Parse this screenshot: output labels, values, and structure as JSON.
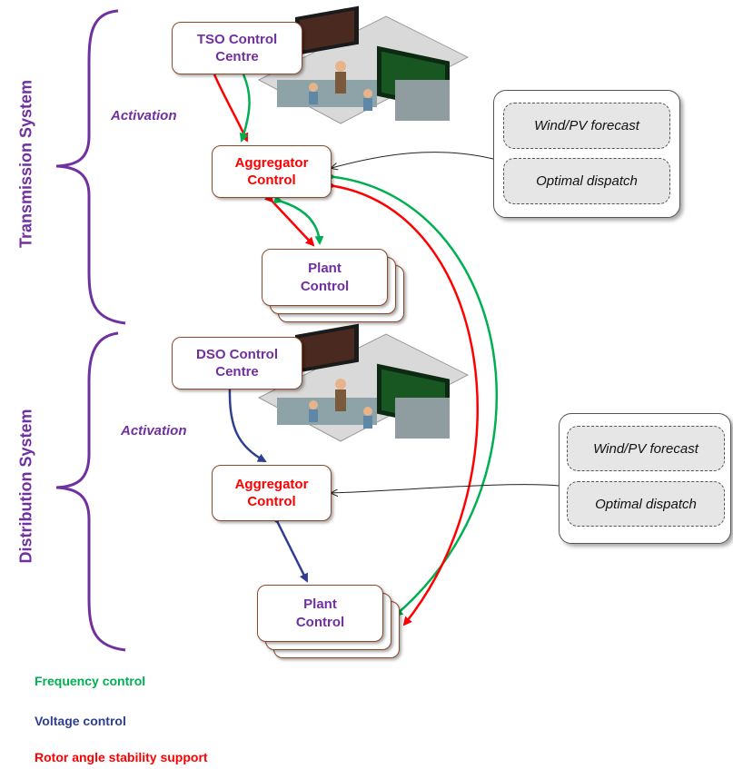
{
  "labels": {
    "transmission": "Transmission System",
    "distribution": "Distribution System",
    "activation_top": "Activation",
    "activation_bottom": "Activation"
  },
  "boxes": {
    "tso": "TSO Control\nCentre",
    "dso": "DSO Control\nCentre",
    "agg_top": "Aggregator\nControl",
    "agg_bottom": "Aggregator\nControl",
    "plant_top": "Plant\nControl",
    "plant_bottom": "Plant\nControl"
  },
  "panels": {
    "top": {
      "item1": "Wind/PV forecast",
      "item2": "Optimal dispatch"
    },
    "bottom": {
      "item1": "Wind/PV forecast",
      "item2": "Optimal dispatch"
    }
  },
  "legend": {
    "frequency": "Frequency control",
    "voltage": "Voltage control",
    "rotor": "Rotor angle stability support"
  },
  "colors": {
    "frequency": "#00b050",
    "voltage": "#2f3f8f",
    "rotor": "#ff0000",
    "purple": "#7030a0",
    "box_border": "#8b4a2b"
  }
}
